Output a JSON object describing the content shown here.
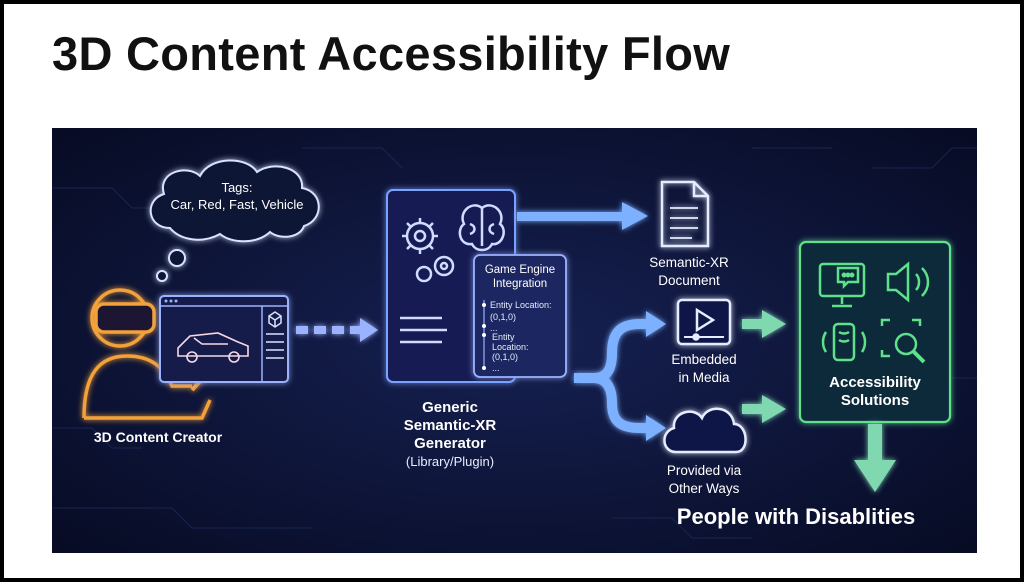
{
  "title": "3D Content Accessibility Flow",
  "theme": {
    "background": "#0a0f2e",
    "creator_orange": "#f3a13a",
    "generator_blue": "#7aa2ff",
    "arrow_blue": "#7db1ff",
    "solutions_green": "#5fe08a",
    "arrow_green": "#7fd8b0",
    "text": "#ffffff"
  },
  "creator": {
    "label": "3D Content Creator",
    "thought_tags_title": "Tags:",
    "thought_tags": "Car, Red, Fast, Vehicle",
    "icons": [
      "vr-headset-icon",
      "car-model-icon",
      "cube-icon",
      "stylus-icon"
    ]
  },
  "generator": {
    "line1": "Generic",
    "line2": "Semantic-XR",
    "line3": "Generator",
    "subtitle": "(Library/Plugin)",
    "icons": [
      "gear-icon",
      "brain-icon"
    ]
  },
  "game_engine": {
    "title_line1": "Game Engine",
    "title_line2": "Integration",
    "entry1_line1": "Entity Location:",
    "entry1_line2": "(0,1,0)",
    "ellipsis1": "...",
    "entry2_line1": "Entity",
    "entry2_line2": "Location:",
    "entry2_line3": "(0,1,0)",
    "ellipsis2": "..."
  },
  "outputs": {
    "document_line1": "Semantic-XR",
    "document_line2": "Document",
    "media_line1": "Embedded",
    "media_line2": "in Media",
    "other_line1": "Provided via",
    "other_line2": "Other Ways"
  },
  "solutions": {
    "line1": "Accessibility",
    "line2": "Solutions",
    "icons": [
      "monitor-chat-icon",
      "speaker-icon",
      "vibrating-phone-icon",
      "magnifier-icon"
    ]
  },
  "audience": "People with Disablities"
}
